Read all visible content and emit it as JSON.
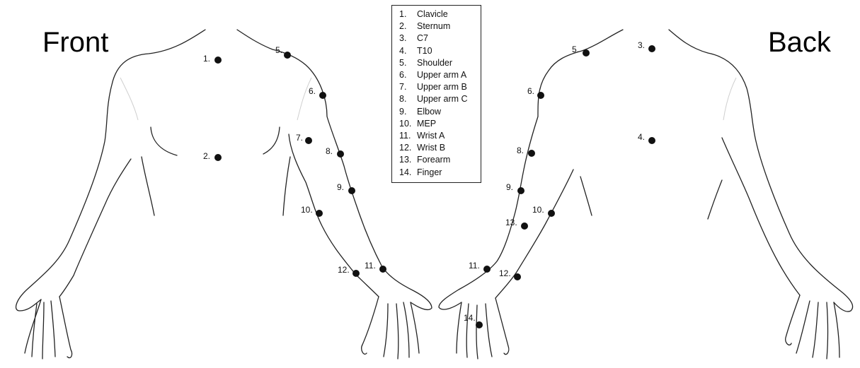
{
  "titles": {
    "front": "Front",
    "back": "Back"
  },
  "legend": [
    {
      "num": "1.",
      "label": "Clavicle"
    },
    {
      "num": "2.",
      "label": "Sternum"
    },
    {
      "num": "3.",
      "label": "C7"
    },
    {
      "num": "4.",
      "label": "T10"
    },
    {
      "num": "5.",
      "label": "Shoulder"
    },
    {
      "num": "6.",
      "label": "Upper arm A"
    },
    {
      "num": "7.",
      "label": "Upper arm B"
    },
    {
      "num": "8.",
      "label": "Upper arm C"
    },
    {
      "num": "9.",
      "label": "Elbow"
    },
    {
      "num": "10.",
      "label": "MEP"
    },
    {
      "num": "11.",
      "label": "Wrist A"
    },
    {
      "num": "12.",
      "label": "Wrist B"
    },
    {
      "num": "13.",
      "label": "Forearm"
    },
    {
      "num": "14.",
      "label": "Finger"
    }
  ],
  "markers": {
    "front": [
      "1.",
      "2.",
      "5.",
      "6.",
      "7.",
      "8.",
      "9.",
      "10.",
      "11.",
      "12."
    ],
    "back": [
      "3.",
      "4.",
      "5.",
      "6.",
      "8.",
      "9.",
      "10.",
      "11.",
      "12.",
      "13.",
      "14."
    ]
  }
}
